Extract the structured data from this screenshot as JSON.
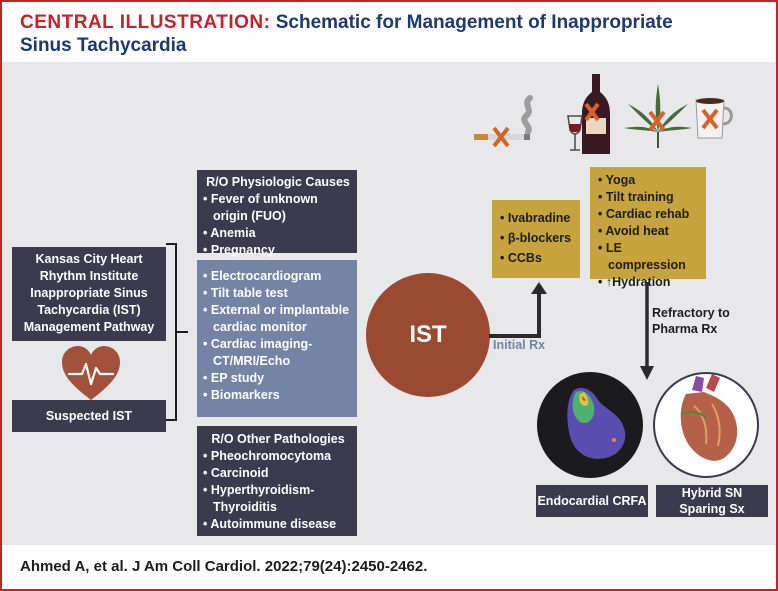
{
  "header": {
    "lead": "CENTRAL ILLUSTRATION:",
    "title_line1": " Schematic for Management of Inappropriate",
    "title_line2": "Sinus Tachycardia"
  },
  "left": {
    "pathway_lines": [
      "Kansas City Heart",
      "Rhythm Institute",
      "Inappropriate Sinus",
      "Tachycardia (IST)",
      "Management Pathway"
    ],
    "suspected": "Suspected IST"
  },
  "physio": {
    "title": "R/O Physiologic Causes",
    "items": [
      "Fever of unknown origin (FUO)",
      "Anemia",
      "Pregnancy"
    ]
  },
  "tests": {
    "items": [
      "Electrocardiogram",
      "Tilt table test",
      "External or implantable cardiac monitor",
      "Cardiac imaging-CT/MRI/Echo",
      "EP study",
      "Biomarkers"
    ]
  },
  "other": {
    "title": "R/O Other Pathologies",
    "items": [
      "Pheochromocytoma",
      "Carcinoid",
      "Hyperthyroidism-Thyroiditis",
      "Autoimmune disease"
    ]
  },
  "center": {
    "circle_label": "IST",
    "initial_rx": "Initial Rx"
  },
  "meds": {
    "items": [
      "Ivabradine",
      "β-blockers",
      "CCBs"
    ]
  },
  "lifestyle": {
    "items": [
      "Yoga",
      "Tilt training",
      "Cardiac rehab",
      "Avoid heat",
      "LE compression",
      "↑Hydration"
    ]
  },
  "refractory": {
    "line1": "Refractory to",
    "line2": "Pharma Rx"
  },
  "procedures": {
    "crfa": "Endocardial CRFA",
    "hybrid_line1": "Hybrid SN",
    "hybrid_line2": "Sparing Sx"
  },
  "avoid_icons": [
    "cigarette-icon",
    "wine-icon",
    "cannabis-leaf-icon",
    "coffee-mug-icon"
  ],
  "colors": {
    "accent_red": "#c3232b",
    "navy": "#1e3a6b",
    "dark_box": "#3b3a4f",
    "blue_box": "#7384a6",
    "gold_box": "#c7a33e",
    "ist_circle": "#9a4a30",
    "x_mark": "#d9622b"
  },
  "citation": "Ahmed A, et al. J Am Coll Cardiol. 2022;79(24):2450-2462."
}
